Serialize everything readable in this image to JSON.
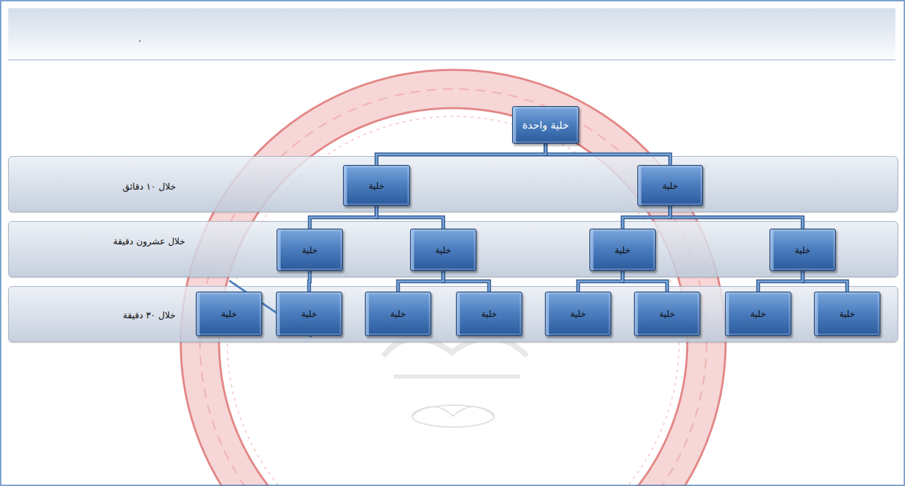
{
  "diagram": {
    "nodes": [
      {
        "text": [
          "."
        ]
      },
      {
        "text": [
          "خلية واحدة"
        ]
      },
      {
        "text": [
          "خلال ١٠ دقائق"
        ]
      },
      {
        "text": [
          "خلية"
        ],
        "in": 2
      },
      {
        "text": [
          "خلية"
        ],
        "in": 2
      },
      {
        "text": [
          "خلال عشرون دقيقة"
        ]
      },
      {
        "text": [
          "خلية"
        ],
        "in": 5
      },
      {
        "text": [
          "خلية"
        ],
        "in": 5
      },
      {
        "text": [
          "خلية"
        ],
        "in": 5
      },
      {
        "text": [
          "خلية"
        ],
        "in": 5
      },
      {
        "text": [
          "خلال ٣٠ دقيقة"
        ]
      },
      {
        "text": [
          "خلية"
        ],
        "in": 10
      },
      {
        "text": [
          "خلية"
        ],
        "in": 10
      },
      {
        "text": [
          "خلية"
        ],
        "in": 10
      },
      {
        "text": [
          "خلية"
        ],
        "in": 10
      },
      {
        "text": [
          "خلية"
        ],
        "in": 10
      },
      {
        "text": [
          "خلية"
        ],
        "in": 10
      },
      {
        "text": [
          "خلية"
        ],
        "in": 10
      },
      {
        "text": [
          "خلية"
        ],
        "in": 10
      }
    ],
    "edges": [
      {
        "from": 1,
        "to": 3,
        "arrow": "none"
      },
      {
        "from": 1,
        "to": 4,
        "arrow": "none"
      },
      {
        "from": 3,
        "to": 6,
        "arrow": "none"
      },
      {
        "from": 3,
        "to": 7,
        "arrow": "none"
      },
      {
        "from": 4,
        "to": 8,
        "arrow": "none"
      },
      {
        "from": 4,
        "to": 9,
        "arrow": "none"
      },
      {
        "from": 6,
        "to": 11,
        "arrow": "none"
      },
      {
        "from": 6,
        "to": 12,
        "arrow": "none"
      },
      {
        "from": 7,
        "to": 13,
        "arrow": "none"
      },
      {
        "from": 7,
        "to": 14,
        "arrow": "none"
      },
      {
        "from": 8,
        "to": 15,
        "arrow": "none"
      },
      {
        "from": 8,
        "to": 16,
        "arrow": "none"
      },
      {
        "from": 9,
        "to": 17,
        "arrow": "none"
      }
    ]
  }
}
